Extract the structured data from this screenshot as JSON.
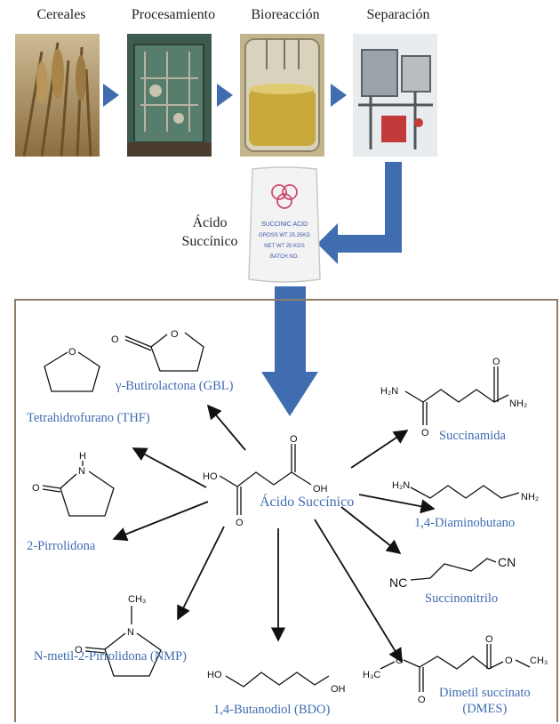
{
  "process": {
    "stages": [
      "Cereales",
      "Procesamiento",
      "Bioreacción",
      "Separación"
    ],
    "product_caption_line1": "Ácido",
    "product_caption_line2": "Succínico",
    "bag_text": [
      "SUCCINIC ACID",
      "GROSS WT 25.25KG",
      "NET WT 25 KGS",
      "BATCH NO."
    ]
  },
  "derivatives": {
    "center": "Ácido Succínico",
    "gbl": "γ-Butirolactona (GBL)",
    "thf": "Tetrahidrofurano (THF)",
    "pyrrolidone": "2-Pirrolidona",
    "nmp": "N-metil-2-Pirrolidona (NMP)",
    "bdo": "1,4-Butanodiol (BDO)",
    "succinamide": "Succinamida",
    "diaminobutane": "1,4-Diaminobutano",
    "succinonitrile": "Succinonitrilo",
    "dmes_line1": "Dimetil succinato",
    "dmes_line2": "(DMES)"
  },
  "atoms": {
    "O": "O",
    "N": "N",
    "H": "H",
    "HO": "HO",
    "OH": "OH",
    "CH3": "CH₃",
    "H2N": "H₂N",
    "NH2": "NH₂",
    "NC": "NC",
    "CN": "CN",
    "H3C": "H₃C"
  },
  "colors": {
    "flow_arrow": "#3f6db0",
    "caption": "#3e6bb0",
    "panel_border": "#8d7d66"
  }
}
